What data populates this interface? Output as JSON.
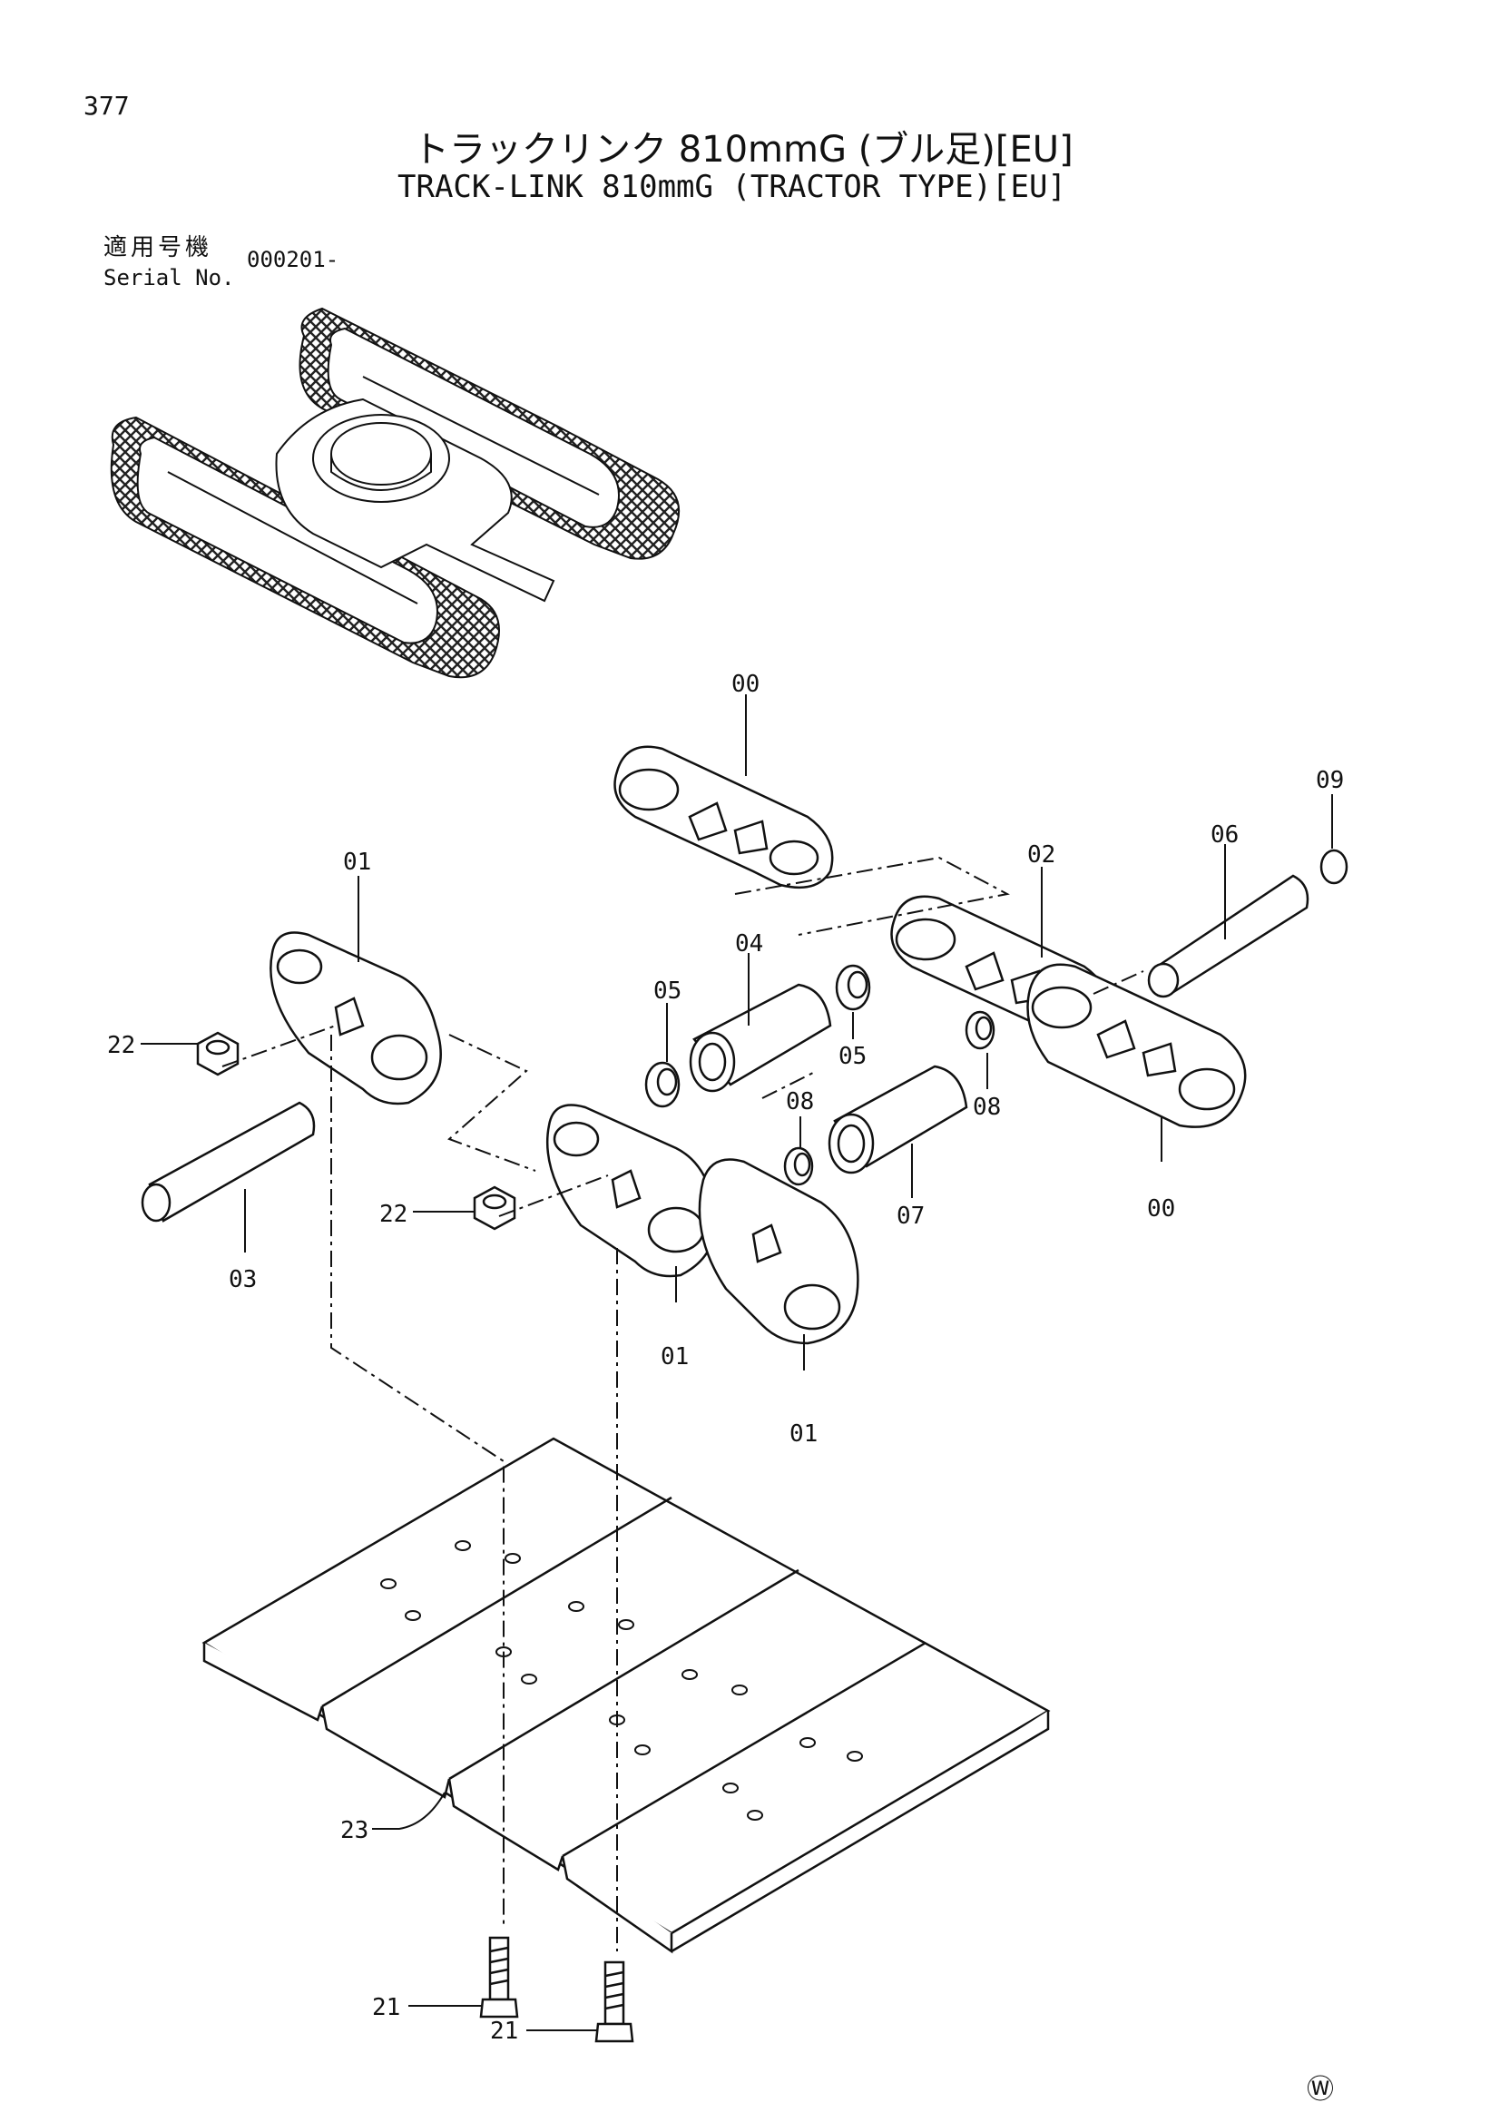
{
  "header": {
    "page_number": "377",
    "title_jp": "トラックリンク 810mmG (ブル足)[EU]",
    "title_en": "TRACK-LINK 810mmG (TRACTOR TYPE)[EU]",
    "serial_label_jp": "適用号機",
    "serial_label_en": "Serial No.",
    "serial_value": "000201-"
  },
  "callouts": {
    "c00_top": "00",
    "c09": "09",
    "c06": "06",
    "c01_left": "01",
    "c02": "02",
    "c04": "04",
    "c05_a": "05",
    "c05_b": "05",
    "c22_a": "22",
    "c08_a": "08",
    "c08_b": "08",
    "c07": "07",
    "c00_right": "00",
    "c03": "03",
    "c22_b": "22",
    "c01_mid": "01",
    "c01_bottom": "01",
    "c23": "23",
    "c21_a": "21",
    "c21_b": "21"
  },
  "footer": {
    "mark": "Ⓦ"
  }
}
